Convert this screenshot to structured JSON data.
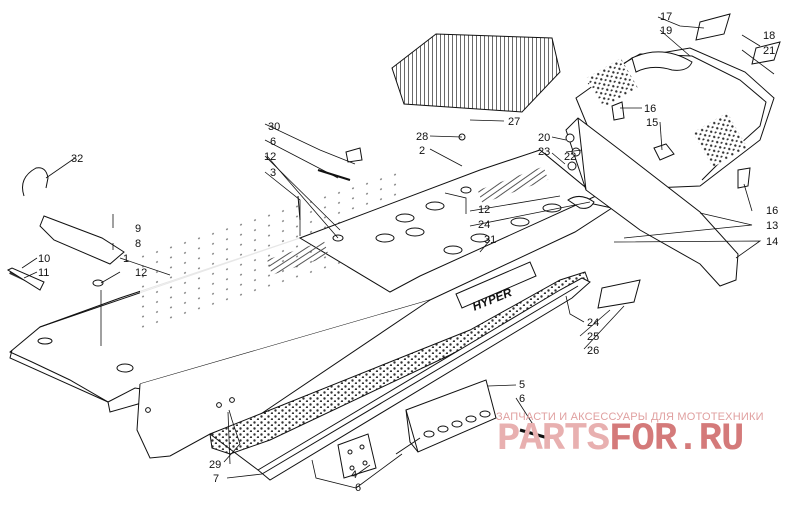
{
  "diagram": {
    "callouts": [
      {
        "id": "c1",
        "label": "1"
      },
      {
        "id": "c2",
        "label": "2"
      },
      {
        "id": "c3",
        "label": "3"
      },
      {
        "id": "c4",
        "label": "4"
      },
      {
        "id": "c5",
        "label": "5"
      },
      {
        "id": "c6a",
        "label": "6"
      },
      {
        "id": "c6b",
        "label": "6"
      },
      {
        "id": "c6c",
        "label": "6"
      },
      {
        "id": "c7",
        "label": "7"
      },
      {
        "id": "c8",
        "label": "8"
      },
      {
        "id": "c9",
        "label": "9"
      },
      {
        "id": "c10",
        "label": "10"
      },
      {
        "id": "c11",
        "label": "11"
      },
      {
        "id": "c12a",
        "label": "12"
      },
      {
        "id": "c12b",
        "label": "12"
      },
      {
        "id": "c12c",
        "label": "12"
      },
      {
        "id": "c13",
        "label": "13"
      },
      {
        "id": "c14",
        "label": "14"
      },
      {
        "id": "c15",
        "label": "15"
      },
      {
        "id": "c16a",
        "label": "16"
      },
      {
        "id": "c16b",
        "label": "16"
      },
      {
        "id": "c17",
        "label": "17"
      },
      {
        "id": "c18",
        "label": "18"
      },
      {
        "id": "c19",
        "label": "19"
      },
      {
        "id": "c20",
        "label": "20"
      },
      {
        "id": "c21",
        "label": "21"
      },
      {
        "id": "c22",
        "label": "22"
      },
      {
        "id": "c23",
        "label": "23"
      },
      {
        "id": "c24a",
        "label": "24"
      },
      {
        "id": "c24b",
        "label": "24"
      },
      {
        "id": "c25",
        "label": "25"
      },
      {
        "id": "c26",
        "label": "26"
      },
      {
        "id": "c27",
        "label": "27"
      },
      {
        "id": "c28",
        "label": "28"
      },
      {
        "id": "c29",
        "label": "29"
      },
      {
        "id": "c30",
        "label": "30"
      },
      {
        "id": "c31",
        "label": "31"
      },
      {
        "id": "c32",
        "label": "32"
      }
    ]
  },
  "decal_text": "HYPER",
  "watermark": {
    "text": "ЗАПЧАСТИ И АКСЕССУАРЫ ДЛЯ МОТОТЕХНИКИ",
    "logo_part1": "PARTS",
    "logo_part2": "FOR.RU",
    "colors": {
      "light": "#e8b0b0",
      "dark": "#d47a7a"
    }
  }
}
